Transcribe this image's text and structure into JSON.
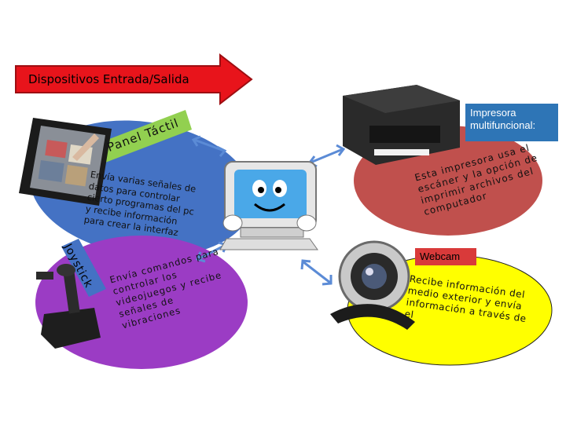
{
  "header": {
    "title": "Dispositivos Entrada/Salida"
  },
  "panel": {
    "label": "Panel Táctil",
    "description": [
      "Envía varias señales de",
      "datos para controlar",
      "cierto programas del pc",
      "y recibe información",
      "para crear la interfaz"
    ]
  },
  "printer": {
    "label": [
      "Impresora",
      "multifuncional:"
    ],
    "description": [
      "Esta impresora usa el",
      "escáner y la opción de",
      "imprimir archivos del",
      "computador"
    ]
  },
  "joystick": {
    "label": "Joystick",
    "description": [
      "Envía comandos para",
      "controlar los",
      "videojuegos y recibe",
      "señales de",
      "vibraciones"
    ]
  },
  "webcam": {
    "label": "Webcam",
    "description": [
      "Recibe información del",
      "medio exterior y envía",
      "información a través de",
      "el"
    ]
  },
  "colors": {
    "title_arrow": "#e8141b",
    "panel_ellipse": "#4472c4",
    "panel_label_bg": "#92d050",
    "printer_ellipse": "#c0504d",
    "printer_label_bg": "#2e75b6",
    "joystick_ellipse": "#9b3cc4",
    "joystick_label_bg": "#4472c4",
    "webcam_ellipse": "#ffff00",
    "webcam_label_bg": "#d93a3a",
    "arrow_stroke": "#5b8bd6"
  }
}
